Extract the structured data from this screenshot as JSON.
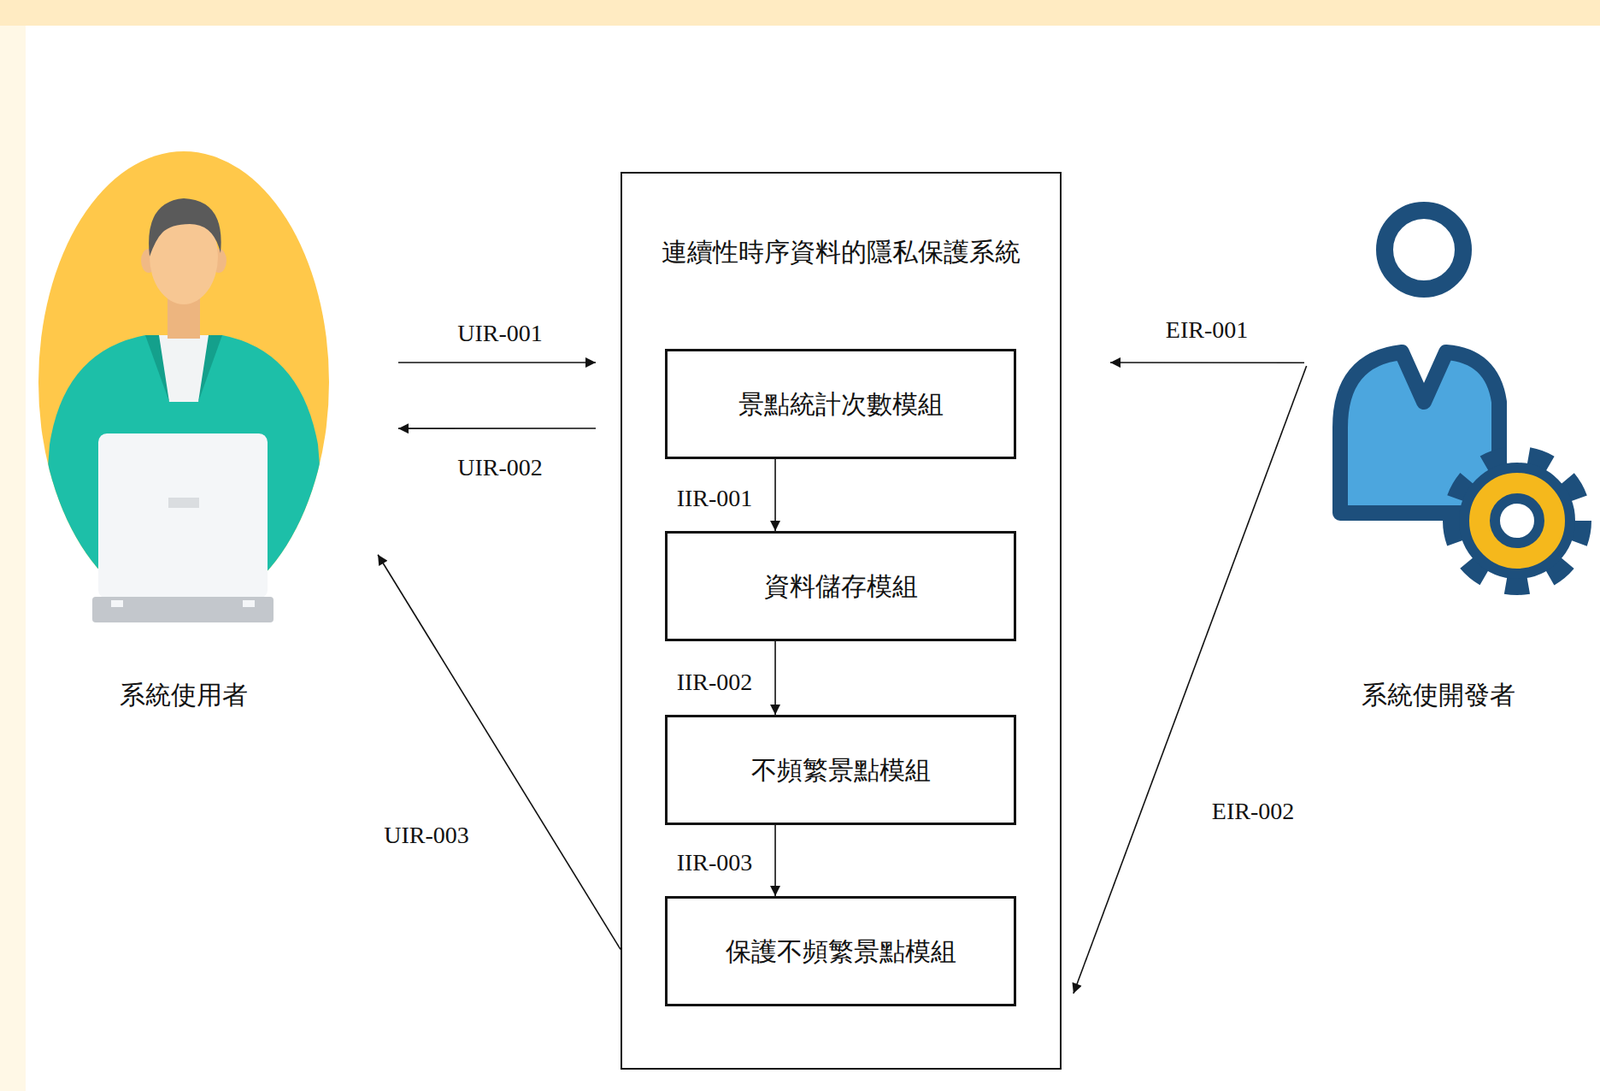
{
  "diagram": {
    "nodes": [
      {
        "text": [
          "系統使用者"
        ]
      },
      {
        "text": [
          "連續性時序資料的隱私保護系統"
        ]
      },
      {
        "text": [
          "景點統計次數模組"
        ],
        "in": 1
      },
      {
        "text": [
          "資料儲存模組"
        ],
        "in": 1
      },
      {
        "text": [
          "不頻繁景點模組"
        ],
        "in": 1
      },
      {
        "text": [
          "保護不頻繁景點模組"
        ],
        "in": 1
      },
      {
        "text": [
          "系統使開發者"
        ]
      }
    ],
    "edges": [
      {
        "from": 0,
        "to": 1,
        "arrow": "to",
        "label": "UIR-001"
      },
      {
        "from": 1,
        "to": 0,
        "arrow": "to",
        "label": "UIR-002"
      },
      {
        "from": 1,
        "to": 0,
        "arrow": "to",
        "label": "UIR-003"
      },
      {
        "from": 6,
        "to": 1,
        "arrow": "to",
        "label": "EIR-001"
      },
      {
        "from": 6,
        "to": 1,
        "arrow": "to",
        "label": "EIR-002"
      },
      {
        "from": 2,
        "to": 3,
        "arrow": "to",
        "label": "IIR-001"
      },
      {
        "from": 3,
        "to": 4,
        "arrow": "to",
        "label": "IIR-002"
      },
      {
        "from": 4,
        "to": 5,
        "arrow": "to",
        "label": "IIR-003"
      }
    ]
  }
}
